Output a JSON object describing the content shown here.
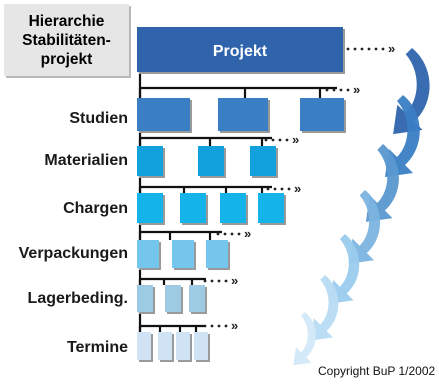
{
  "title": {
    "lines": [
      "Hierarchie",
      "Stabilitäten-",
      "projekt"
    ]
  },
  "root": {
    "label": "Projekt"
  },
  "levels": [
    {
      "label": "Studien"
    },
    {
      "label": "Materialien"
    },
    {
      "label": "Chargen"
    },
    {
      "label": "Verpackungen"
    },
    {
      "label": "Lagerbeding."
    },
    {
      "label": "Termine"
    }
  ],
  "colors": {
    "root": "#2f64ad",
    "levels": [
      "#3a7ec4",
      "#11a2dd",
      "#14b4ea",
      "#74c6ec",
      "#9ccbe3",
      "#cfe3f4"
    ],
    "lines": "#111111",
    "arrows": [
      "#2f64ad",
      "#3a7ec4",
      "#5a98d0",
      "#7cb4e0",
      "#9acbed",
      "#b8dcf3",
      "#d3e9f8"
    ]
  },
  "copyright": "Copyright BuP 1/2002"
}
